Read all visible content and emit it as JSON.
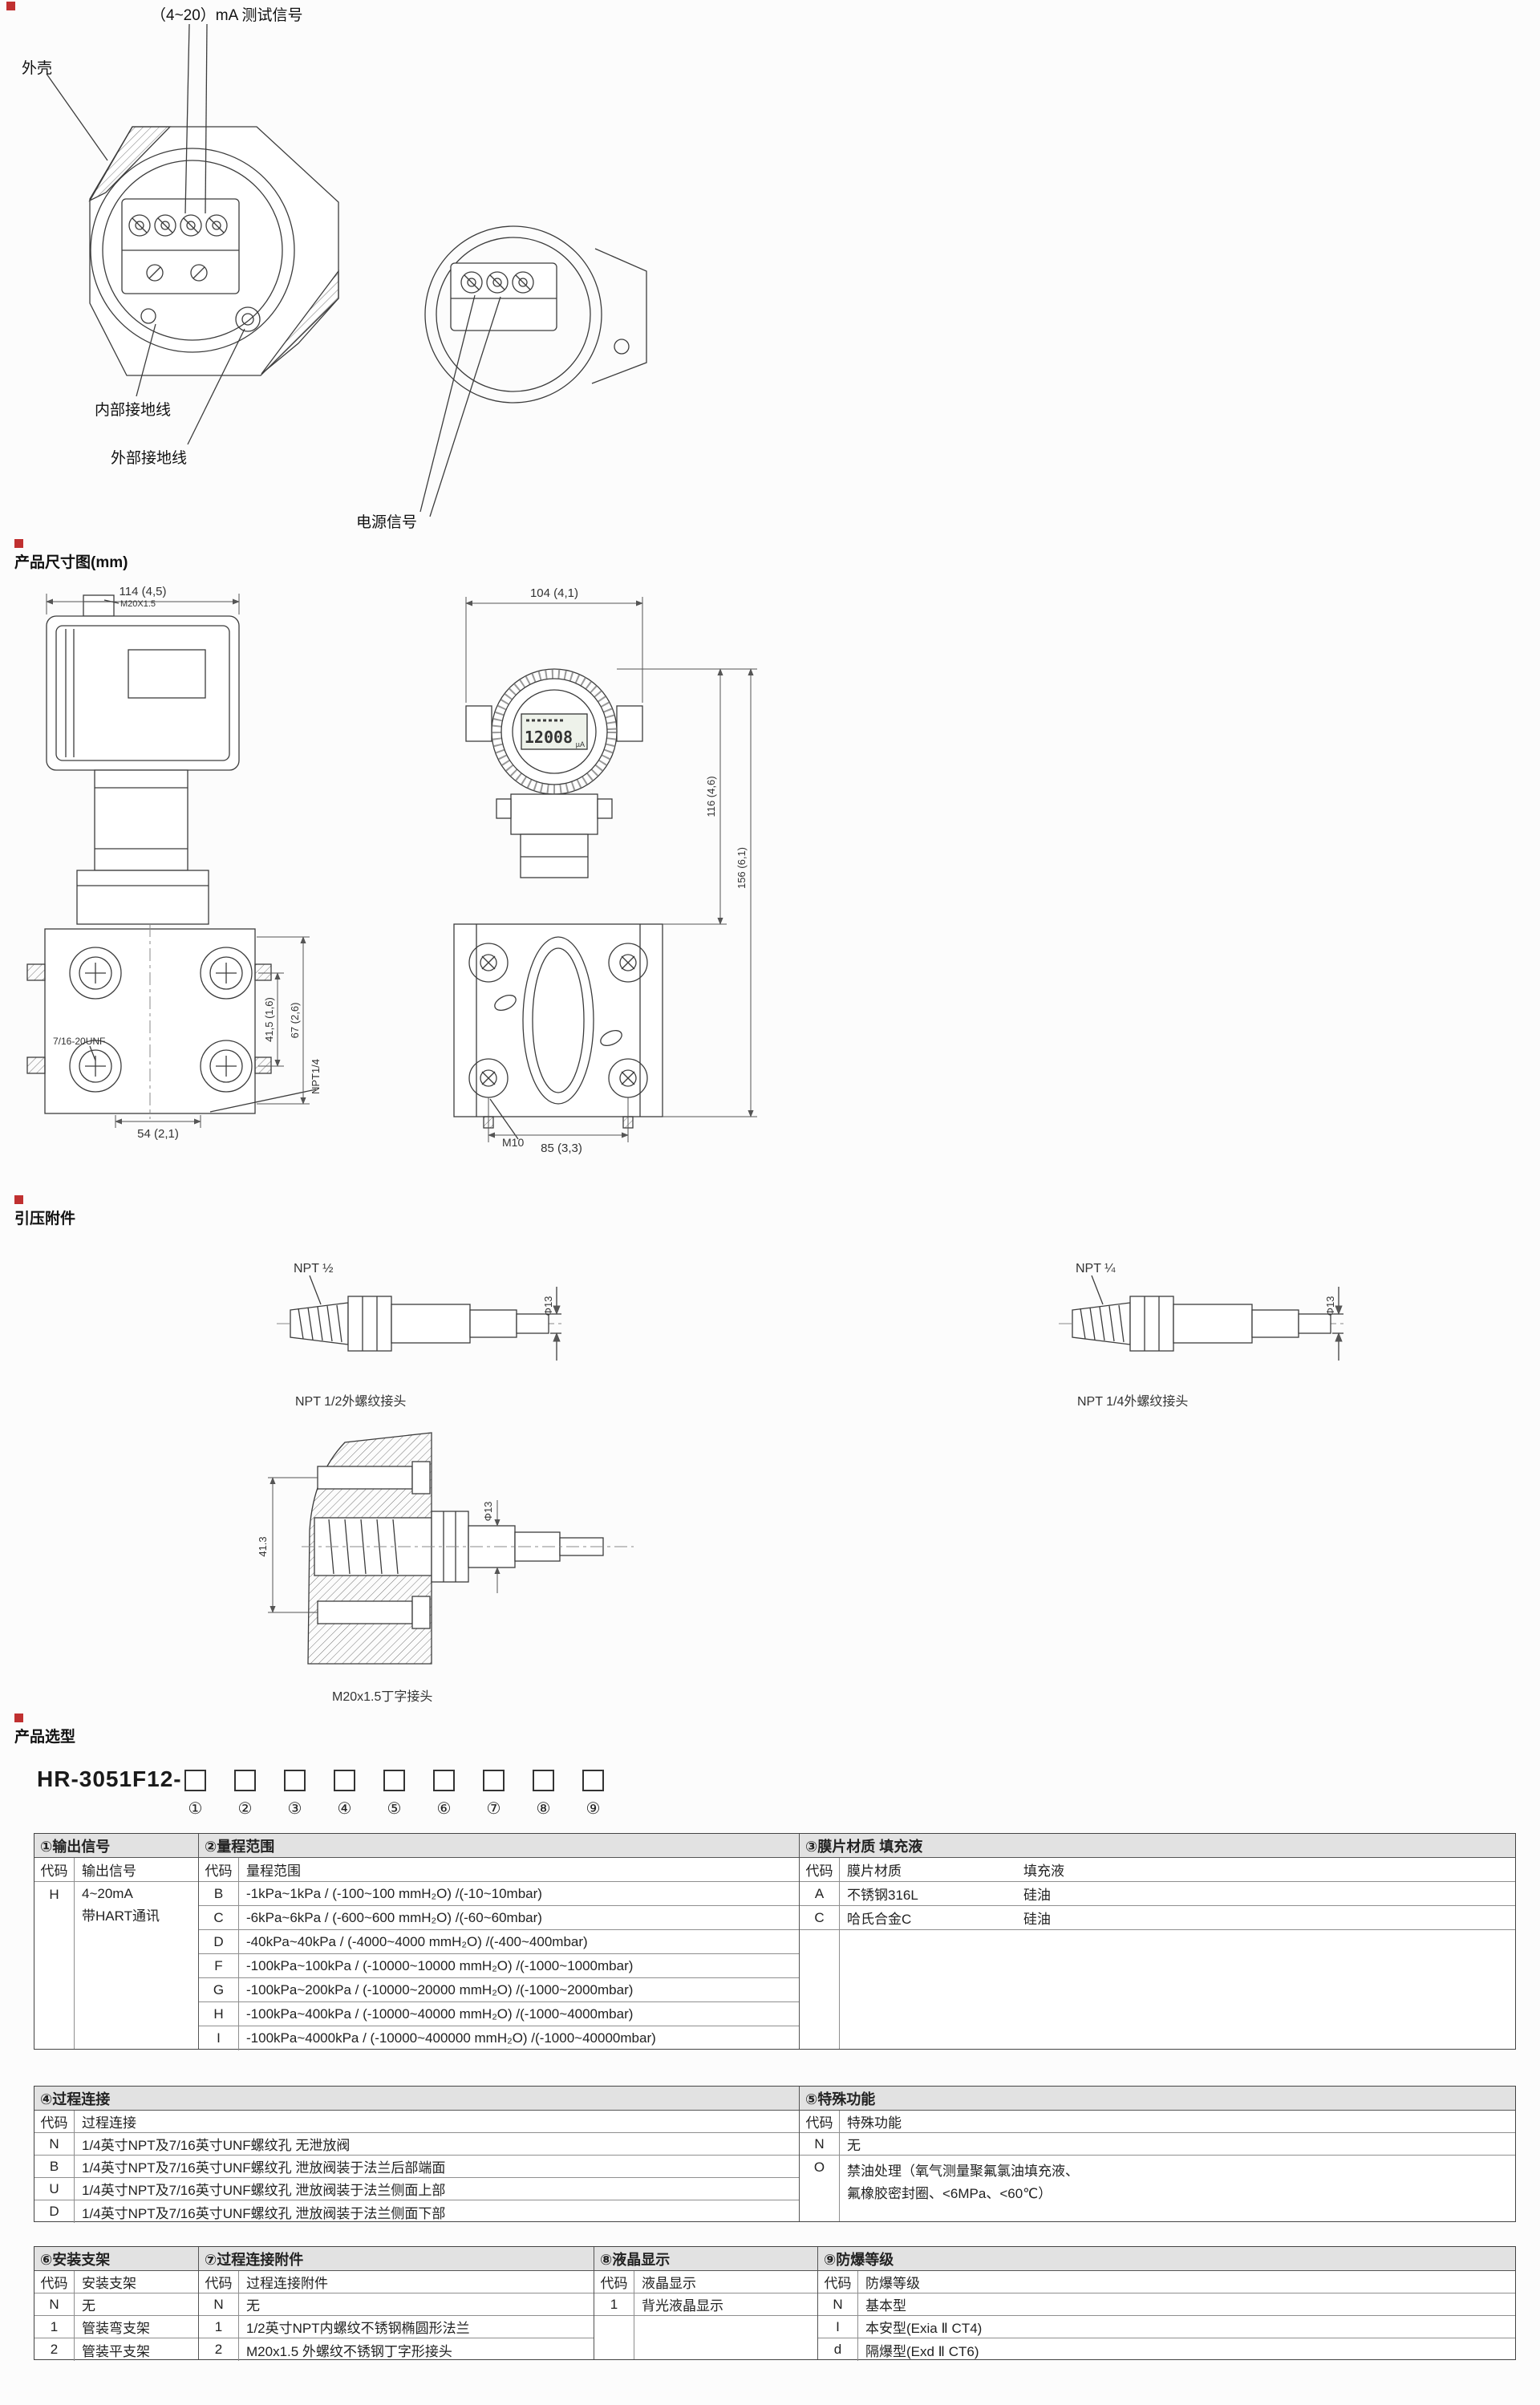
{
  "page": {
    "accent_color": "#c03030"
  },
  "terminal_section": {
    "test_signal_label": "（4~20）mA 测试信号",
    "housing_label": "外壳",
    "internal_ground_label": "内部接地线",
    "external_ground_label": "外部接地线",
    "power_signal_label": "电源信号"
  },
  "dimensions_section": {
    "title": "产品尺寸图(mm)",
    "side_view": {
      "width_top": "114 (4,5)",
      "thread_top": "M20X1.5",
      "bolt_thread": "7/16-20UNF",
      "dim_port_span": "41,5 (1,6)",
      "dim_flange_height": "67 (2,6)",
      "bottom_thread": "NPT1/4",
      "width_bottom": "54 (2,1)"
    },
    "front_view": {
      "width_top": "104 (4,1)",
      "height_body": "116 (4,6)",
      "height_total": "156 (6,1)",
      "bolt_label": "M10",
      "width_bottom": "85 (3,3)",
      "lcd_value": "12008",
      "lcd_unit": "µA"
    }
  },
  "fittings_section": {
    "title": "引压附件",
    "npt_half": {
      "thread_label": "NPT ½",
      "dia": "Φ13",
      "caption": "NPT 1/2外螺纹接头"
    },
    "npt_quarter": {
      "thread_label": "NPT ¼",
      "dia": "Φ13",
      "caption": "NPT 1/4外螺纹接头"
    },
    "m20_tee": {
      "height_dim": "41.3",
      "dia": "Φ13",
      "caption": "M20x1.5丁字接头"
    }
  },
  "selection_section": {
    "title": "产品选型",
    "model_prefix": "HR-3051F12-",
    "positions": [
      "①",
      "②",
      "③",
      "④",
      "⑤",
      "⑥",
      "⑦",
      "⑧",
      "⑨"
    ]
  },
  "tables": {
    "t1": {
      "output": {
        "title": "①输出信号",
        "col_code": "代码",
        "col_value": "输出信号",
        "code": "H",
        "line1": "4~20mA",
        "line2": "带HART通讯"
      },
      "range": {
        "title": "②量程范围",
        "col_code": "代码",
        "col_value": "量程范围",
        "rows": [
          {
            "code": "B",
            "value": "-1kPa~1kPa / (-100~100 mmH₂O) /(-10~10mbar)"
          },
          {
            "code": "C",
            "value": "-6kPa~6kPa / (-600~600 mmH₂O) /(-60~60mbar)"
          },
          {
            "code": "D",
            "value": "-40kPa~40kPa / (-4000~4000 mmH₂O) /(-400~400mbar)"
          },
          {
            "code": "F",
            "value": "-100kPa~100kPa / (-10000~10000 mmH₂O) /(-1000~1000mbar)"
          },
          {
            "code": "G",
            "value": "-100kPa~200kPa / (-10000~20000 mmH₂O) /(-1000~2000mbar)"
          },
          {
            "code": "H",
            "value": "-100kPa~400kPa / (-10000~40000 mmH₂O) /(-1000~4000mbar)"
          },
          {
            "code": "I",
            "value": "-100kPa~4000kPa / (-10000~400000 mmH₂O) /(-1000~40000mbar)"
          }
        ]
      },
      "diaphragm": {
        "title": "③膜片材质 填充液",
        "col_code": "代码",
        "col_material": "膜片材质",
        "col_fill": "填充液",
        "rows": [
          {
            "code": "A",
            "material": "不锈钢316L",
            "fill": "硅油"
          },
          {
            "code": "C",
            "material": "哈氏合金C",
            "fill": "硅油"
          }
        ]
      }
    },
    "t2": {
      "process": {
        "title": "④过程连接",
        "col_code": "代码",
        "col_value": "过程连接",
        "rows": [
          {
            "code": "N",
            "value": "1/4英寸NPT及7/16英寸UNF螺纹孔 无泄放阀"
          },
          {
            "code": "B",
            "value": "1/4英寸NPT及7/16英寸UNF螺纹孔 泄放阀装于法兰后部端面"
          },
          {
            "code": "U",
            "value": "1/4英寸NPT及7/16英寸UNF螺纹孔 泄放阀装于法兰侧面上部"
          },
          {
            "code": "D",
            "value": "1/4英寸NPT及7/16英寸UNF螺纹孔 泄放阀装于法兰侧面下部"
          }
        ]
      },
      "special": {
        "title": "⑤特殊功能",
        "col_code": "代码",
        "col_value": "特殊功能",
        "row_n": {
          "code": "N",
          "value": "无"
        },
        "row_o": {
          "code": "O",
          "line1": "禁油处理（氧气测量聚氟氯油填充液、",
          "line2": "氟橡胶密封圈、<6MPa、<60℃）"
        }
      }
    },
    "t3": {
      "bracket": {
        "title": "⑥安装支架",
        "col_code": "代码",
        "col_value": "安装支架",
        "rows": [
          {
            "code": "N",
            "value": "无"
          },
          {
            "code": "1",
            "value": "管装弯支架"
          },
          {
            "code": "2",
            "value": "管装平支架"
          }
        ]
      },
      "accessory": {
        "title": "⑦过程连接附件",
        "col_code": "代码",
        "col_value": "过程连接附件",
        "rows": [
          {
            "code": "N",
            "value": "无"
          },
          {
            "code": "1",
            "value": "1/2英寸NPT内螺纹不锈钢椭圆形法兰"
          },
          {
            "code": "2",
            "value": "M20x1.5 外螺纹不锈钢丁字形接头"
          }
        ]
      },
      "display": {
        "title": "⑧液晶显示",
        "col_code": "代码",
        "col_value": "液晶显示",
        "rows": [
          {
            "code": "1",
            "value": "背光液晶显示"
          }
        ]
      },
      "explosion": {
        "title": "⑨防爆等级",
        "col_code": "代码",
        "col_value": "防爆等级",
        "rows": [
          {
            "code": "N",
            "value": "基本型"
          },
          {
            "code": "I",
            "value": "本安型(Exia Ⅱ CT4)"
          },
          {
            "code": "d",
            "value": "隔爆型(Exd Ⅱ CT6)"
          }
        ]
      }
    }
  }
}
